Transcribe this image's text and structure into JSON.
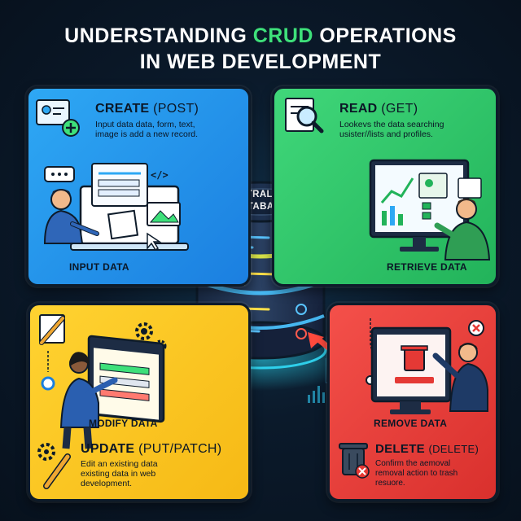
{
  "title": {
    "line1_pre": "UNDERSTANDING ",
    "line1_accent": "CRUD",
    "line1_post": " OPERATIONS",
    "line2": "IN WEB DEVELOPMENT"
  },
  "database": {
    "label_line1": "CENTRALIZED",
    "label_line2": "DATABASE"
  },
  "panels": {
    "create": {
      "name": "CREATE",
      "verb": "(POST)",
      "desc_lines": [
        "Input data data, form, text,",
        "image is add a new record."
      ],
      "label": "INPUT DATA",
      "color": "#2ea8f4"
    },
    "read": {
      "name": "READ",
      "verb": "(GET)",
      "desc_lines": [
        "Lookevs the data searching",
        "usister//lists and profiles."
      ],
      "label": "RETRIEVE DATA",
      "color": "#40d77a"
    },
    "update": {
      "name": "UPDATE",
      "verb": "(PUT/PATCH)",
      "desc_lines": [
        "Edit an existing data",
        "existing data in web",
        "development."
      ],
      "label": "MODIFY DATA",
      "color": "#ffd331"
    },
    "delete": {
      "name": "DELETE",
      "verb": "(DELETE)",
      "desc_lines": [
        "Confirm the aemoval",
        "removal action to trash",
        "resuore."
      ],
      "label": "REMOVE DATA",
      "color": "#f4504a"
    }
  },
  "icons": [
    "user-card-add-icon",
    "magnifier-document-icon",
    "pencil-gear-icon",
    "trash-bin-icon",
    "database-icon"
  ]
}
